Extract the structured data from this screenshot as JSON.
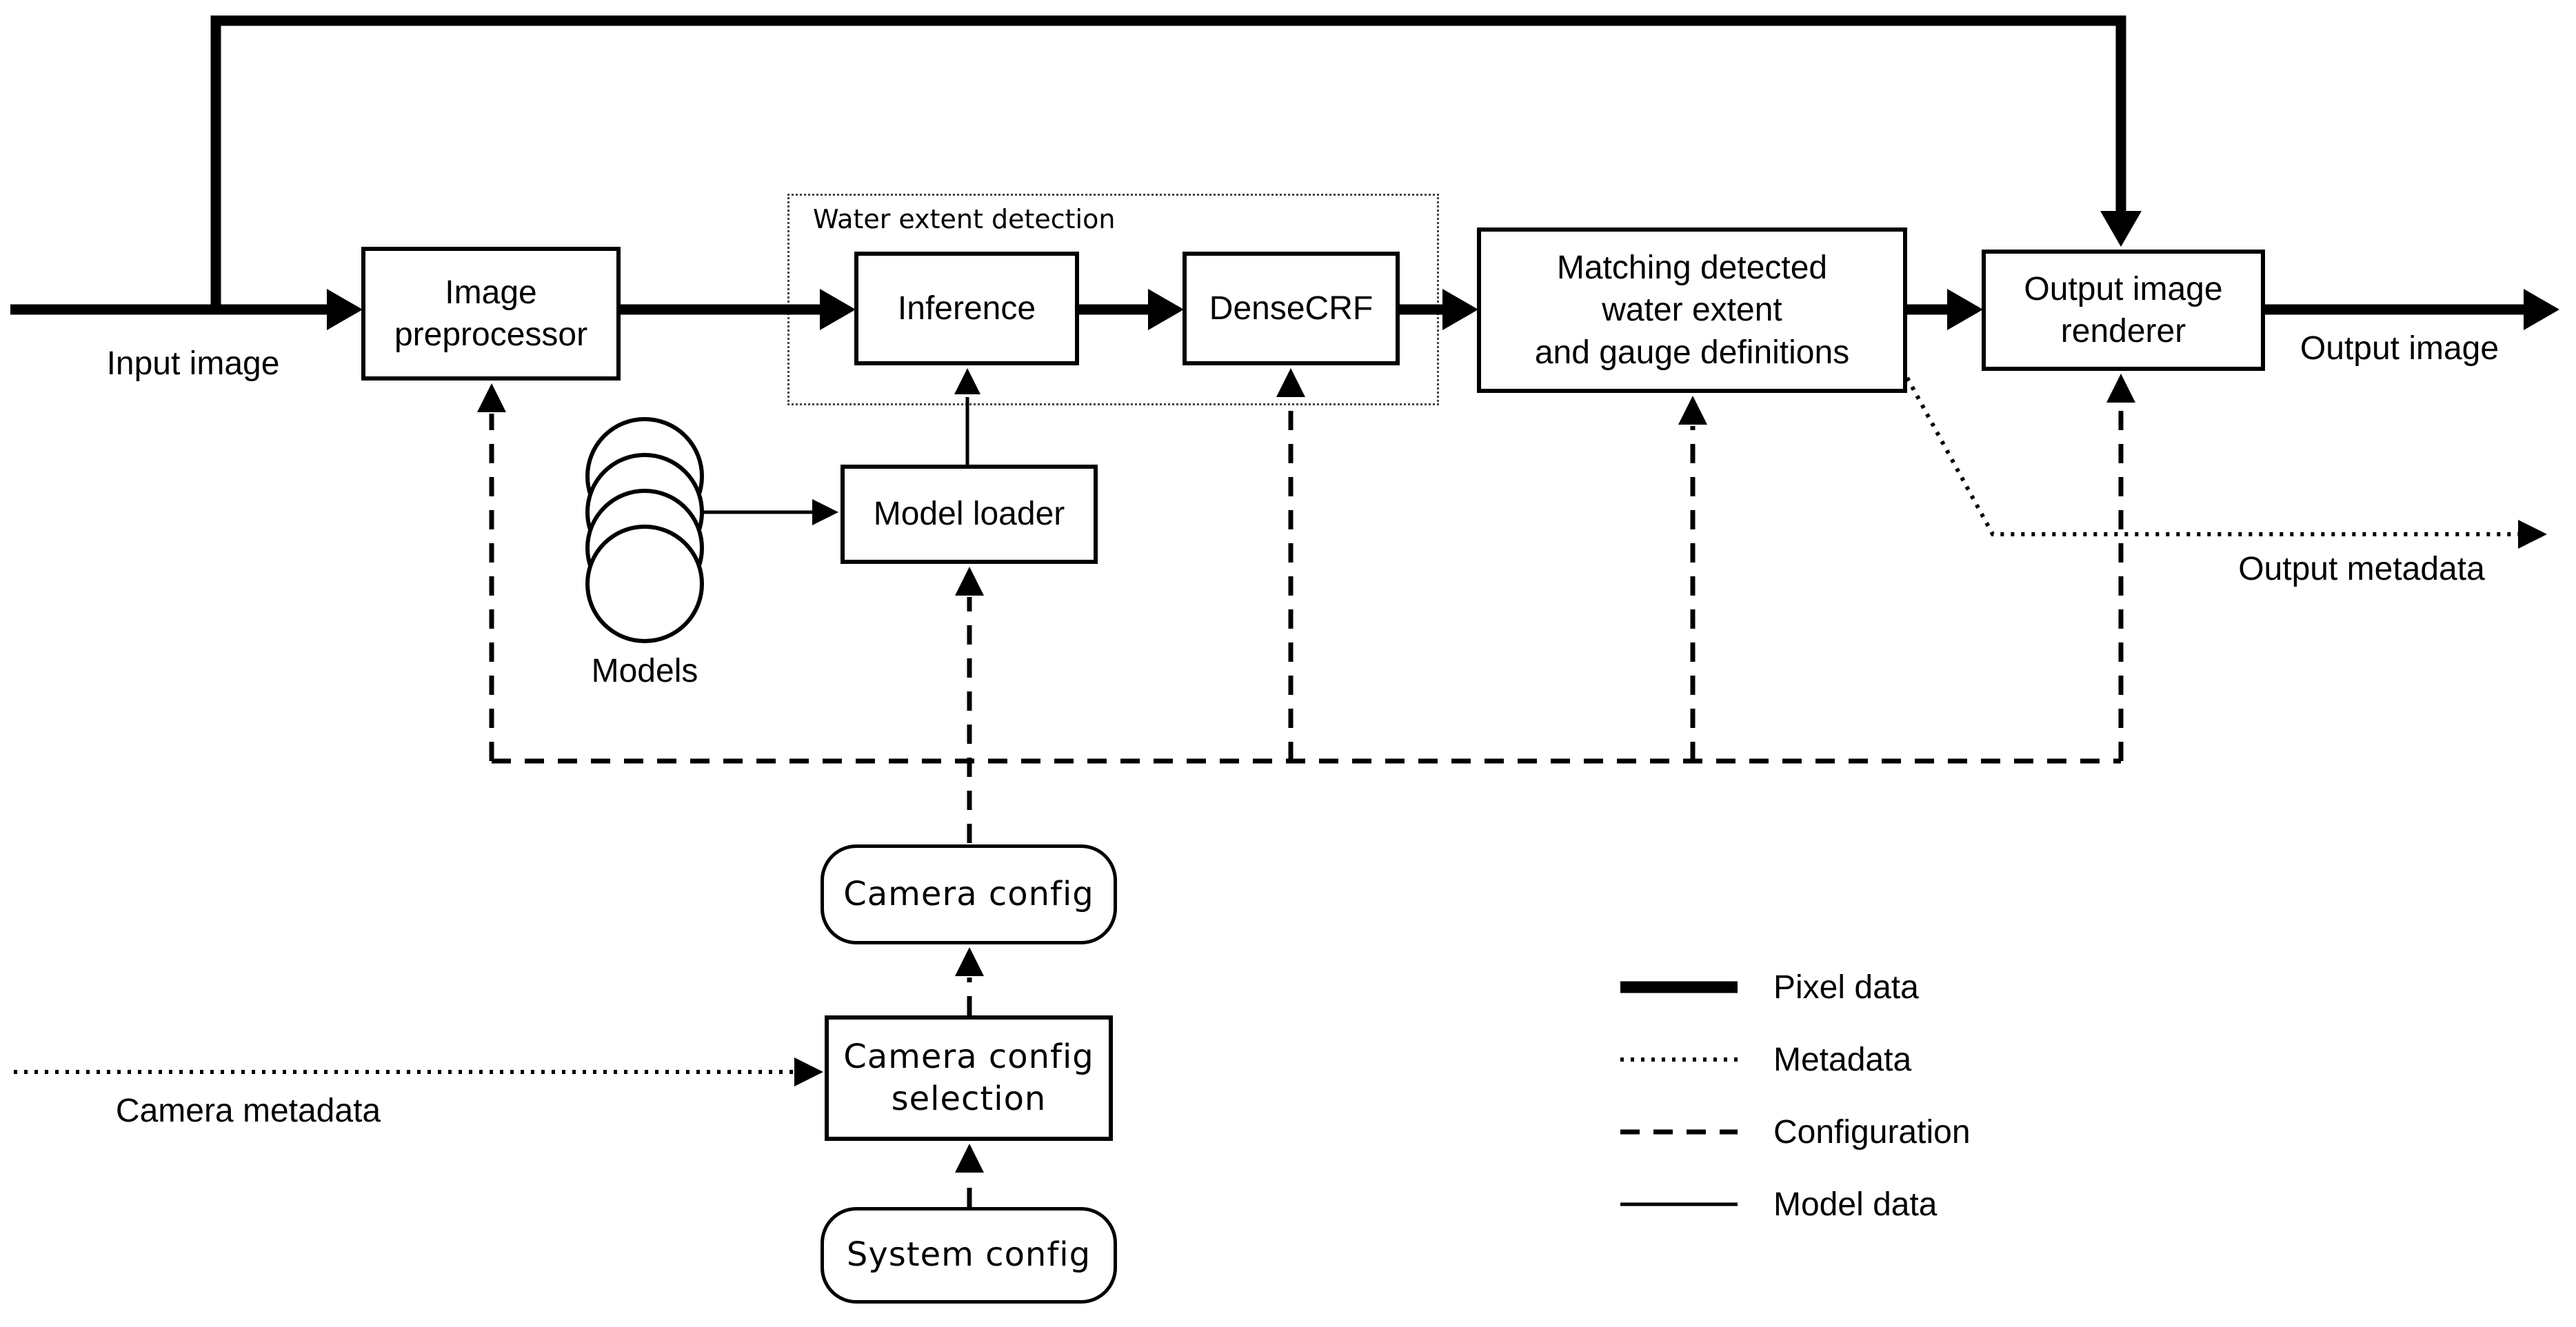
{
  "nodes": {
    "image_preprocessor": {
      "label": "Image\npreprocessor"
    },
    "inference": {
      "label": "Inference"
    },
    "densecrf": {
      "label": "DenseCRF"
    },
    "matching": {
      "label": "Matching detected\nwater extent\nand gauge definitions"
    },
    "output_renderer": {
      "label": "Output image\nrenderer"
    },
    "model_loader": {
      "label": "Model loader"
    },
    "camera_config": {
      "label": "Camera config"
    },
    "camera_config_selection": {
      "label": "Camera config\nselection"
    },
    "system_config": {
      "label": "System config"
    }
  },
  "group": {
    "label": "Water extent detection"
  },
  "labels": {
    "input_image": "Input image",
    "output_image": "Output image",
    "output_metadata": "Output metadata",
    "camera_metadata": "Camera metadata",
    "models": "Models"
  },
  "legend": {
    "items": [
      {
        "name": "pixel-data",
        "label": "Pixel data",
        "style": "thick-solid"
      },
      {
        "name": "metadata",
        "label": "Metadata",
        "style": "dotted"
      },
      {
        "name": "configuration",
        "label": "Configuration",
        "style": "dashed"
      },
      {
        "name": "model-data",
        "label": "Model data",
        "style": "thin-solid"
      }
    ]
  },
  "colors": {
    "line": "#000000",
    "background": "#ffffff",
    "text": "#000000"
  }
}
